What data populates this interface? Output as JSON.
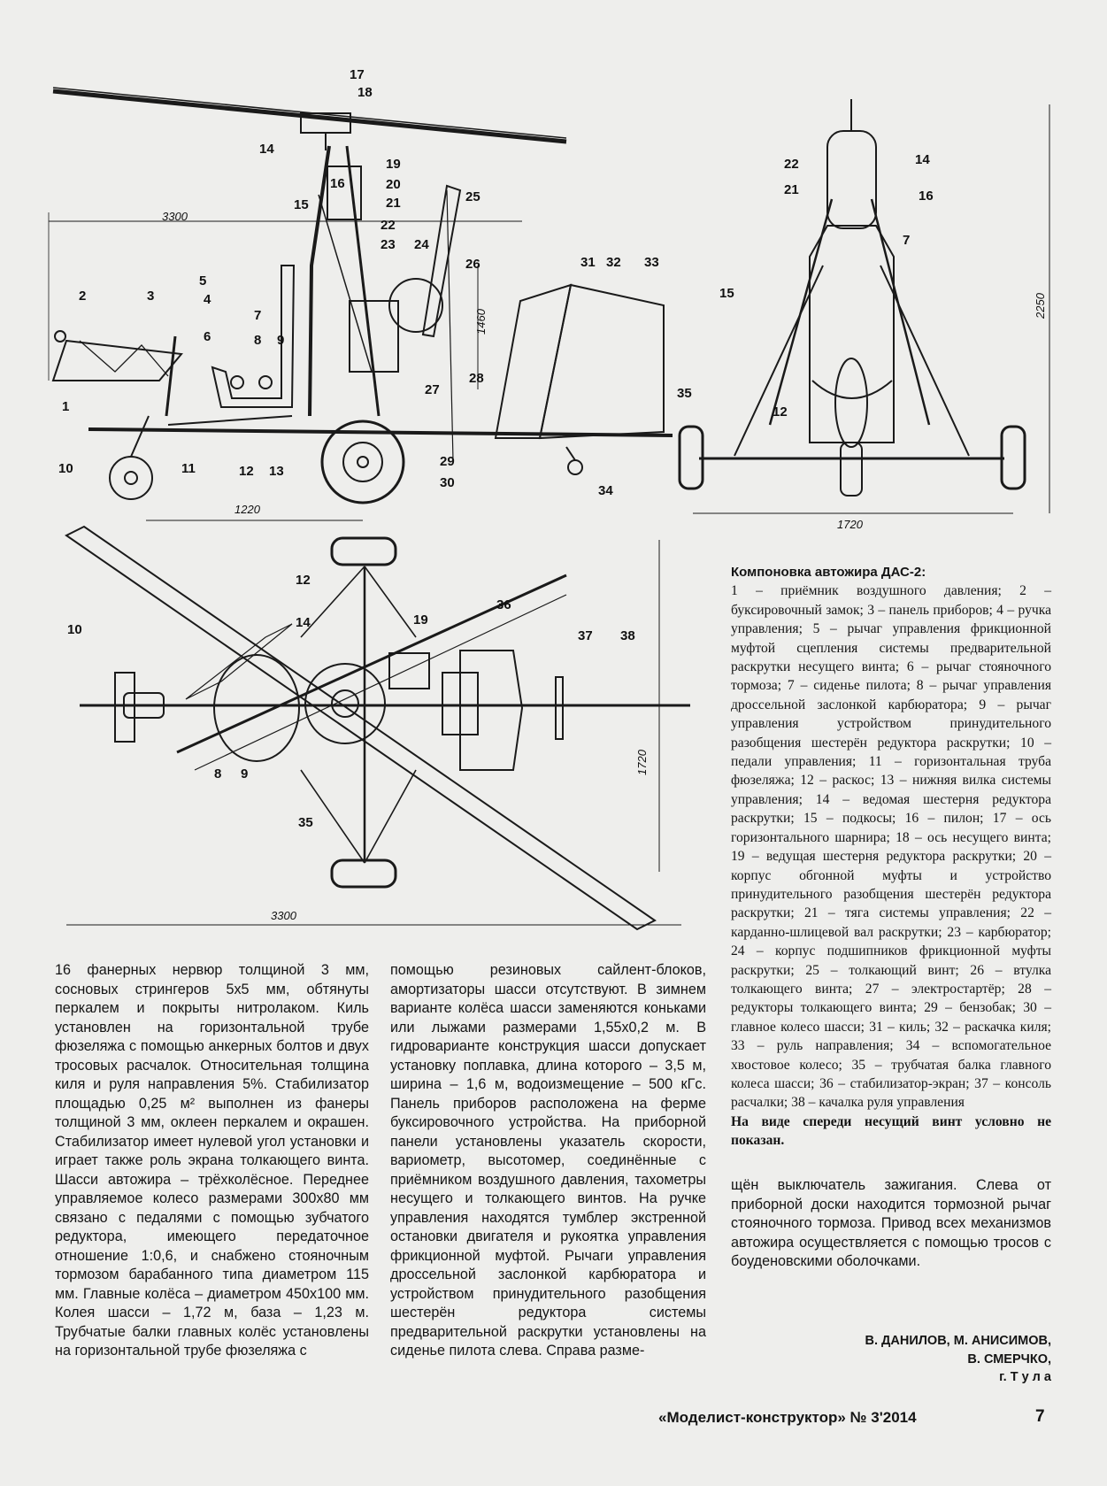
{
  "drawing": {
    "part_labels": [
      "1",
      "2",
      "3",
      "4",
      "5",
      "6",
      "7",
      "8",
      "9",
      "10",
      "11",
      "12",
      "13",
      "14",
      "15",
      "16",
      "17",
      "18",
      "19",
      "20",
      "21",
      "22",
      "23",
      "24",
      "25",
      "26",
      "27",
      "28",
      "29",
      "30",
      "31",
      "32",
      "33",
      "34",
      "35",
      "36",
      "37",
      "38"
    ],
    "dims": {
      "side_length": "3300",
      "side_height": "1460",
      "base": "1220",
      "front_track": "1720",
      "front_height": "2250",
      "top_track": "1720",
      "top_length": "3300"
    }
  },
  "caption": {
    "title": "Компоновка автожира ДАС-2:",
    "body": "1 – приёмник воздушного давления; 2 – буксировочный замок; 3 – панель приборов; 4 – ручка управления; 5 – рычаг управления фрикционной муфтой сцепления системы предварительной раскрутки несущего винта; 6 – рычаг стояночного тормоза; 7 – сиденье пилота; 8 – рычаг управления дроссельной заслонкой карбюратора; 9 – рычаг управления устройством принудительного разобщения шестерён редуктора раскрутки; 10 – педали управления; 11 – горизонтальная труба фюзеляжа; 12 – раскос; 13 – нижняя вилка системы управления; 14 – ведомая шестерня редуктора раскрутки; 15 – подкосы; 16 – пилон; 17 – ось горизонтального шарнира; 18 – ось несущего винта; 19 – ведущая шестерня редуктора раскрутки; 20 – корпус обгонной муфты и устройство принудительного разобщения шестерён редуктора раскрутки; 21 – тяга системы управления; 22 – карданно-шлицевой вал раскрутки; 23 – карбюратор; 24 – корпус подшипников фрикционной муфты раскрутки; 25 – толкающий винт; 26 – втулка толкающего винта; 27 – электростартёр; 28 – редукторы толкающего винта; 29 – бензобак; 30 – главное колесо шасси; 31 – киль; 32 – раскачка киля; 33 – руль направления; 34 – вспомогательное хвостовое колесо; 35 – трубчатая балка главного колеса шасси; 36 – стабилизатор-экран; 37 – консоль расчалки; 38 – качалка руля управления",
    "note": "На виде спереди несущий винт условно не показан."
  },
  "text": {
    "col1": "16 фанерных нервюр толщиной 3 мм, сосновых стрингеров 5х5 мм, обтянуты перкалем и покрыты нитролаком. Киль установлен на горизонтальной трубе фюзеляжа с помощью анкерных болтов и двух тросовых расчалок. Относительная толщина киля и руля направления 5%. Стабилизатор площадью 0,25 м² выполнен из фанеры толщиной 3 мм, оклеен перкалем и окрашен. Стабилизатор имеет нулевой угол установки и играет также роль экрана толкающего винта. Шасси автожира – трёхколёсное. Переднее управляемое колесо размерами 300х80 мм связано с педалями с помощью зубчатого редуктора, имеющего передаточное отношение 1:0,6, и снабжено стояночным тормозом барабанного типа диаметром 115 мм. Главные колёса – диаметром 450х100 мм. Колея шасси – 1,72 м, база – 1,23 м. Трубчатые балки главных колёс установлены на горизонтальной трубе фюзеляжа с",
    "col2": "помощью резиновых сайлент-блоков, амортизаторы шасси отсутствуют. В зимнем варианте колёса шасси заменяются коньками или лыжами размерами 1,55х0,2 м. В гидроварианте конструкция шасси допускает установку поплавка, длина которого – 3,5 м, ширина – 1,6 м, водоизмещение – 500 кГс. Панель приборов расположена на ферме буксировочного устройства. На приборной панели установлены указатель скорости, вариометр, высотомер, соединённые с приёмником воздушного давления, тахометры несущего и толкающего винтов. На ручке управления находятся тумблер экстренной остановки двигателя и рукоятка управления фрикционной муфтой. Рычаги управления дроссельной заслонкой карбюратора и устройством принудительного разобщения шестерён редуктора системы предварительной раскрутки установлены на сиденье пилота слева. Справа разме-",
    "col3": "щён выключатель зажигания. Слева от приборной доски находится тормозной рычаг стояночного тормоза. Привод всех механизмов автожира осуществляется с помощью тросов с боуденовскими оболочками."
  },
  "authors": {
    "line1": "В. ДАНИЛОВ, М. АНИСИМОВ,",
    "line2": "В. СМЕРЧКО,",
    "city": "г. Т у л а"
  },
  "footer": {
    "magazine": "«Моделист-конструктор» № 3'2014",
    "page_number": "7"
  }
}
